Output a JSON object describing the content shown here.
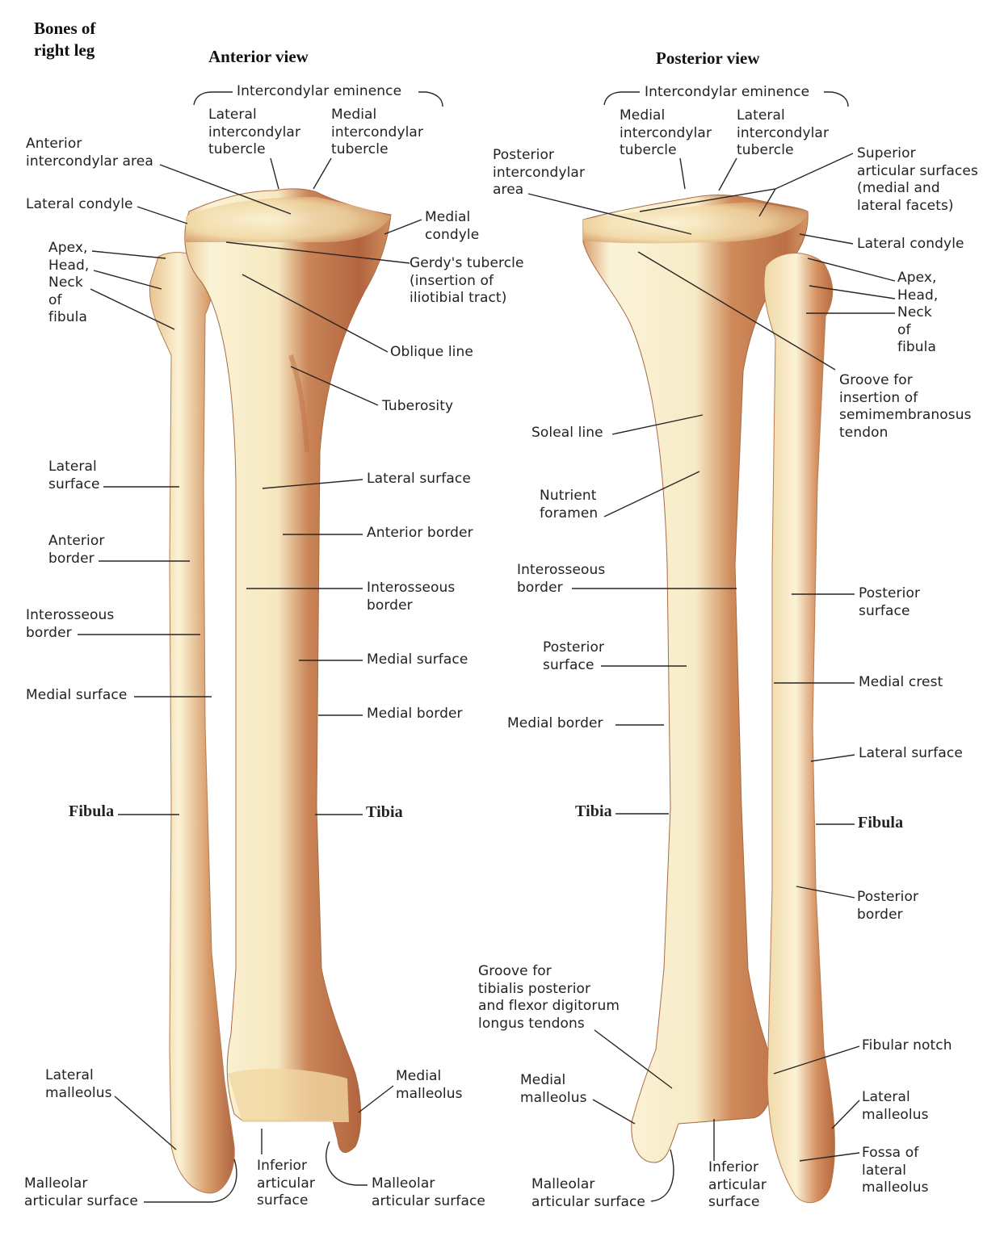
{
  "figure": {
    "title": "Bones of\nright leg",
    "colors": {
      "background": "#ffffff",
      "bone_light": "#f8ecc6",
      "bone_mid": "#ecc98f",
      "bone_dark": "#c47a4c",
      "bone_shadow": "#a85a38",
      "leader_line": "#2a2522",
      "text": "#222222"
    }
  },
  "anterior_view": {
    "title": "Anterior view",
    "bracket_label": "Intercondylar eminence",
    "labels": {
      "lateral_intercondylar_tubercle": "Lateral\nintercondylar\ntubercle",
      "medial_intercondylar_tubercle": "Medial\nintercondylar\ntubercle",
      "anterior_intercondylar_area": "Anterior\nintercondylar area",
      "lateral_condyle": "Lateral condyle",
      "medial_condyle": "Medial\ncondyle",
      "apex_head_neck_fibula": "Apex,\nHead,\nNeck\nof\nfibula",
      "gerdys_tubercle": "Gerdy's tubercle\n(insertion of\niliotibial tract)",
      "oblique_line": "Oblique line",
      "tuberosity": "Tuberosity",
      "fibula_lateral_surface": "Lateral\nsurface",
      "tibia_lateral_surface": "Lateral surface",
      "tibia_anterior_border": "Anterior border",
      "fibula_anterior_border": "Anterior\nborder",
      "tibia_interosseous_border": "Interosseous\nborder",
      "fibula_interosseous_border": "Interosseous\nborder",
      "tibia_medial_surface": "Medial surface",
      "fibula_medial_surface": "Medial surface",
      "tibia_medial_border": "Medial border",
      "fibula": "Fibula",
      "tibia": "Tibia",
      "lateral_malleolus": "Lateral\nmalleolus",
      "medial_malleolus": "Medial\nmalleolus",
      "fibula_malleolar_articular_surface": "Malleolar\narticular surface",
      "inferior_articular_surface": "Inferior\narticular\nsurface",
      "tibia_malleolar_articular_surface": "Malleolar\narticular surface"
    }
  },
  "posterior_view": {
    "title": "Posterior view",
    "bracket_label": "Intercondylar eminence",
    "labels": {
      "medial_intercondylar_tubercle": "Medial\nintercondylar\ntubercle",
      "lateral_intercondylar_tubercle": "Lateral\nintercondylar\ntubercle",
      "posterior_intercondylar_area": "Posterior\nintercondylar\narea",
      "superior_articular_surfaces": "Superior\narticular surfaces\n(medial and\nlateral facets)",
      "lateral_condyle": "Lateral condyle",
      "apex_head_neck_fibula": "Apex,\nHead,\nNeck\nof\nfibula",
      "groove_semimembranosus": "Groove for\ninsertion of\nsemimembranosus\ntendon",
      "soleal_line": "Soleal line",
      "nutrient_foramen": "Nutrient\nforamen",
      "tibia_interosseous_border": "Interosseous\nborder",
      "fibula_posterior_surface": "Posterior\nsurface",
      "tibia_posterior_surface": "Posterior\nsurface",
      "fibula_medial_crest": "Medial crest",
      "tibia_medial_border": "Medial border",
      "fibula_lateral_surface": "Lateral surface",
      "tibia": "Tibia",
      "fibula": "Fibula",
      "fibula_posterior_border": "Posterior\nborder",
      "groove_tibialis_posterior": "Groove for\ntibialis posterior\nand flexor digitorum\nlongus tendons",
      "fibular_notch": "Fibular notch",
      "medial_malleolus": "Medial\nmalleolus",
      "lateral_malleolus": "Lateral\nmalleolus",
      "fossa_lateral_malleolus": "Fossa of\nlateral\nmalleolus",
      "malleolar_articular_surface": "Malleolar\narticular surface",
      "inferior_articular_surface": "Inferior\narticular\nsurface"
    }
  }
}
